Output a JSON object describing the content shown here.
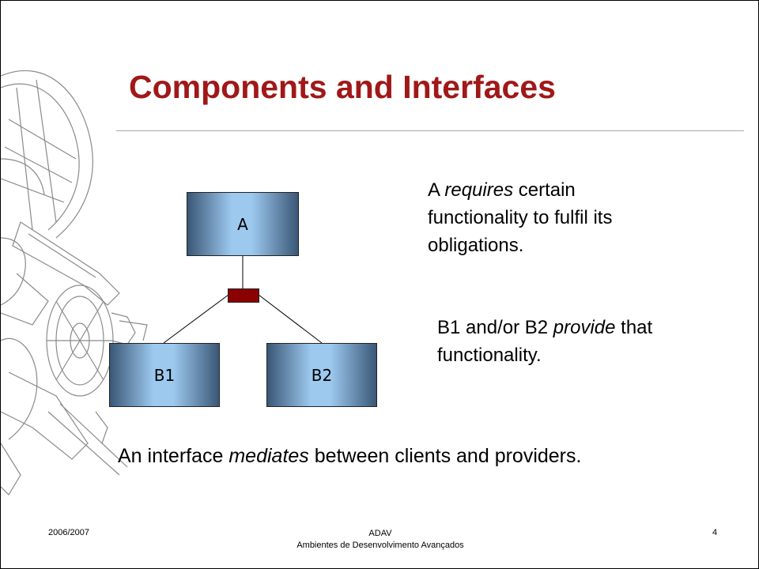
{
  "slide": {
    "title": "Components and Interfaces",
    "diagram": {
      "component_a": "A",
      "component_b1": "B1",
      "component_b2": "B2",
      "interface_color": "#8b0000"
    },
    "text_a": {
      "part1": "A ",
      "emphasis": "requires",
      "part2": " certain functionality to fulfil its obligations."
    },
    "text_b": {
      "part1": "B1 and/or B2 ",
      "emphasis": "provide",
      "part2": " that functionality."
    },
    "text_mediates": {
      "part1": "An interface ",
      "emphasis": "mediates",
      "part2": " between clients and providers."
    },
    "footer": {
      "date": "2006/2007",
      "course_short": "ADAV",
      "course_full": "Ambientes de Desenvolvimento Avançados",
      "page": "4"
    },
    "colors": {
      "title": "#a01818",
      "box_dark": "#3a5776",
      "box_light": "#9dc9ef"
    }
  }
}
